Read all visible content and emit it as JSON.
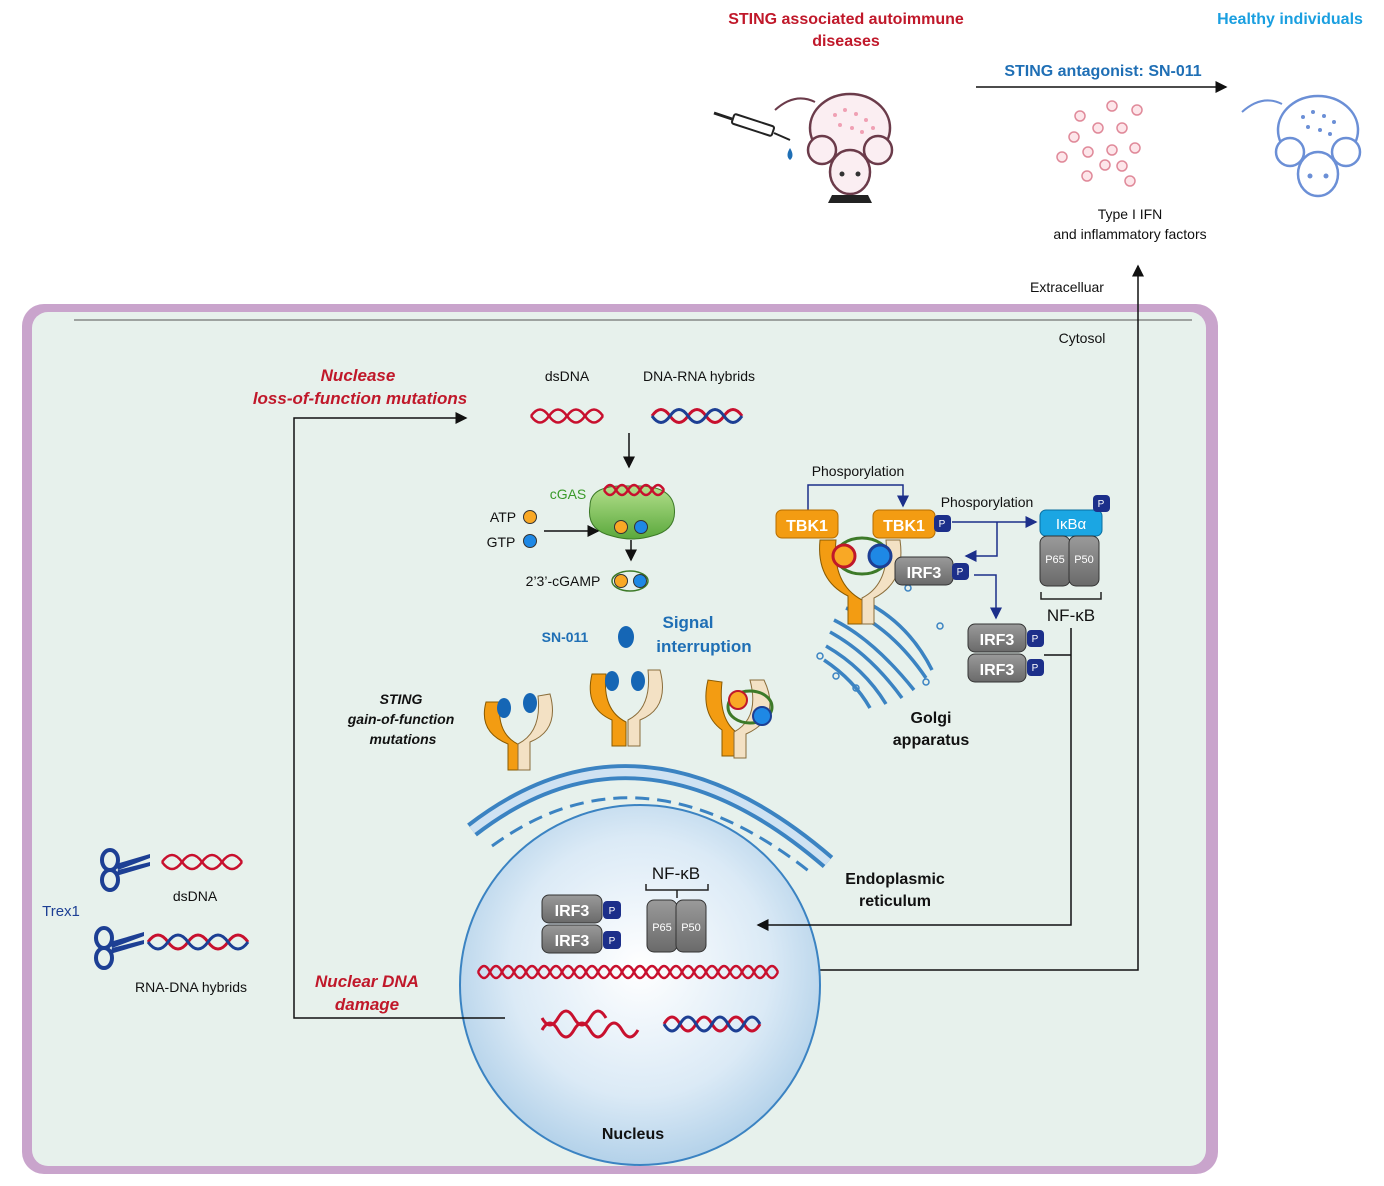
{
  "header": {
    "disease_title_line1": "STING associated autoimmune",
    "disease_title_line2": "diseases",
    "healthy_title": "Healthy individuals",
    "antagonist_label": "STING antagonist: SN-011",
    "cytokine_line1": "Type I IFN",
    "cytokine_line2": "and inflammatory factors"
  },
  "compartments": {
    "extracellular": "Extracelluar",
    "cytosol": "Cytosol",
    "golgi_line1": "Golgi",
    "golgi_line2": "apparatus",
    "er_line1": "Endoplasmic",
    "er_line2": "reticulum",
    "nucleus": "Nucleus"
  },
  "pathway": {
    "nuclease_line1": "Nuclease",
    "nuclease_line2": "loss-of-function mutations",
    "dsdna": "dsDNA",
    "hybrids": "DNA-RNA hybrids",
    "cgas": "cGAS",
    "atp": "ATP",
    "gtp": "GTP",
    "cgamp": "2’3’-cGAMP",
    "sn011": "SN-011",
    "signal_line1": "Signal",
    "signal_line2": "interruption",
    "sting_line1": "STING",
    "sting_line2": "gain-of-function",
    "sting_line3": "mutations",
    "nuclear_damage_line1": "Nuclear DNA",
    "nuclear_damage_line2": "damage"
  },
  "signaling": {
    "phos1": "Phosporylation",
    "phos2": "Phosporylation",
    "tbk1": "TBK1",
    "irf3": "IRF3",
    "p": "P",
    "ikba": "IκBα",
    "p65": "P65",
    "p50": "P50",
    "nfkb": "NF-κB"
  },
  "trex1": {
    "label": "Trex1",
    "dsdna": "dsDNA",
    "hybrids": "RNA-DNA hybrids"
  },
  "colors": {
    "cell_border": "#c9a4cc",
    "cytosol_fill": "#e7f1ec",
    "sting_orange": "#f39c12",
    "dna_red": "#c8102e",
    "dna_blue": "#1d3f94",
    "cgas_green": "#7cc35a",
    "grey_box": "#7d7d7d",
    "p_navy": "#1c2f8a",
    "ikba_cyan": "#1ba6e3"
  }
}
